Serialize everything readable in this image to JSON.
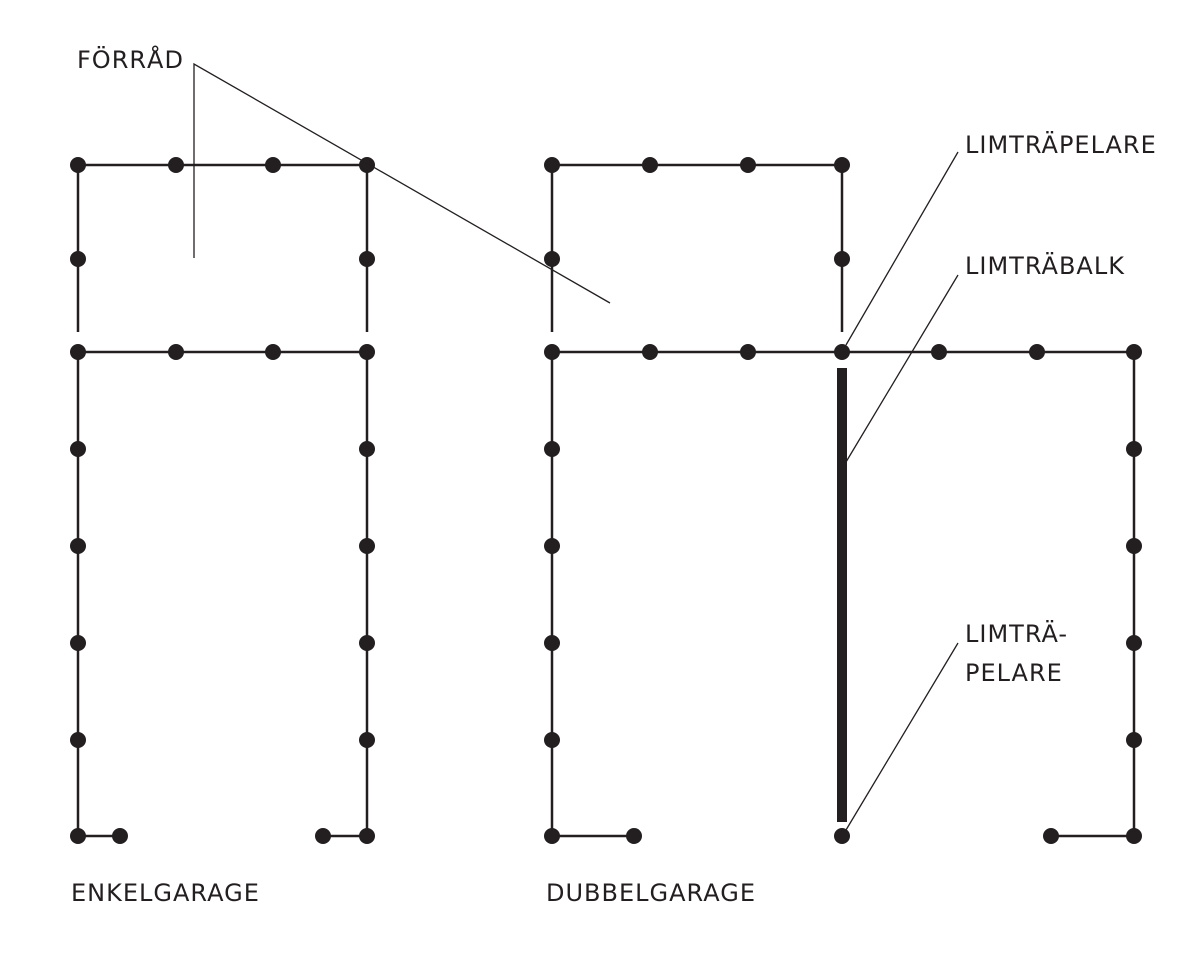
{
  "labels": {
    "storage": "FÖRRÅD",
    "column_top": "LIMTRÄPELARE",
    "beam": "LIMTRÄBALK",
    "column_bottom_line1": "LIMTRÄ-",
    "column_bottom_line2": "PELARE",
    "single_garage": "ENKELGARAGE",
    "double_garage": "DUBBELGARAGE"
  },
  "colors": {
    "ink": "#231f20",
    "background": "#ffffff"
  }
}
